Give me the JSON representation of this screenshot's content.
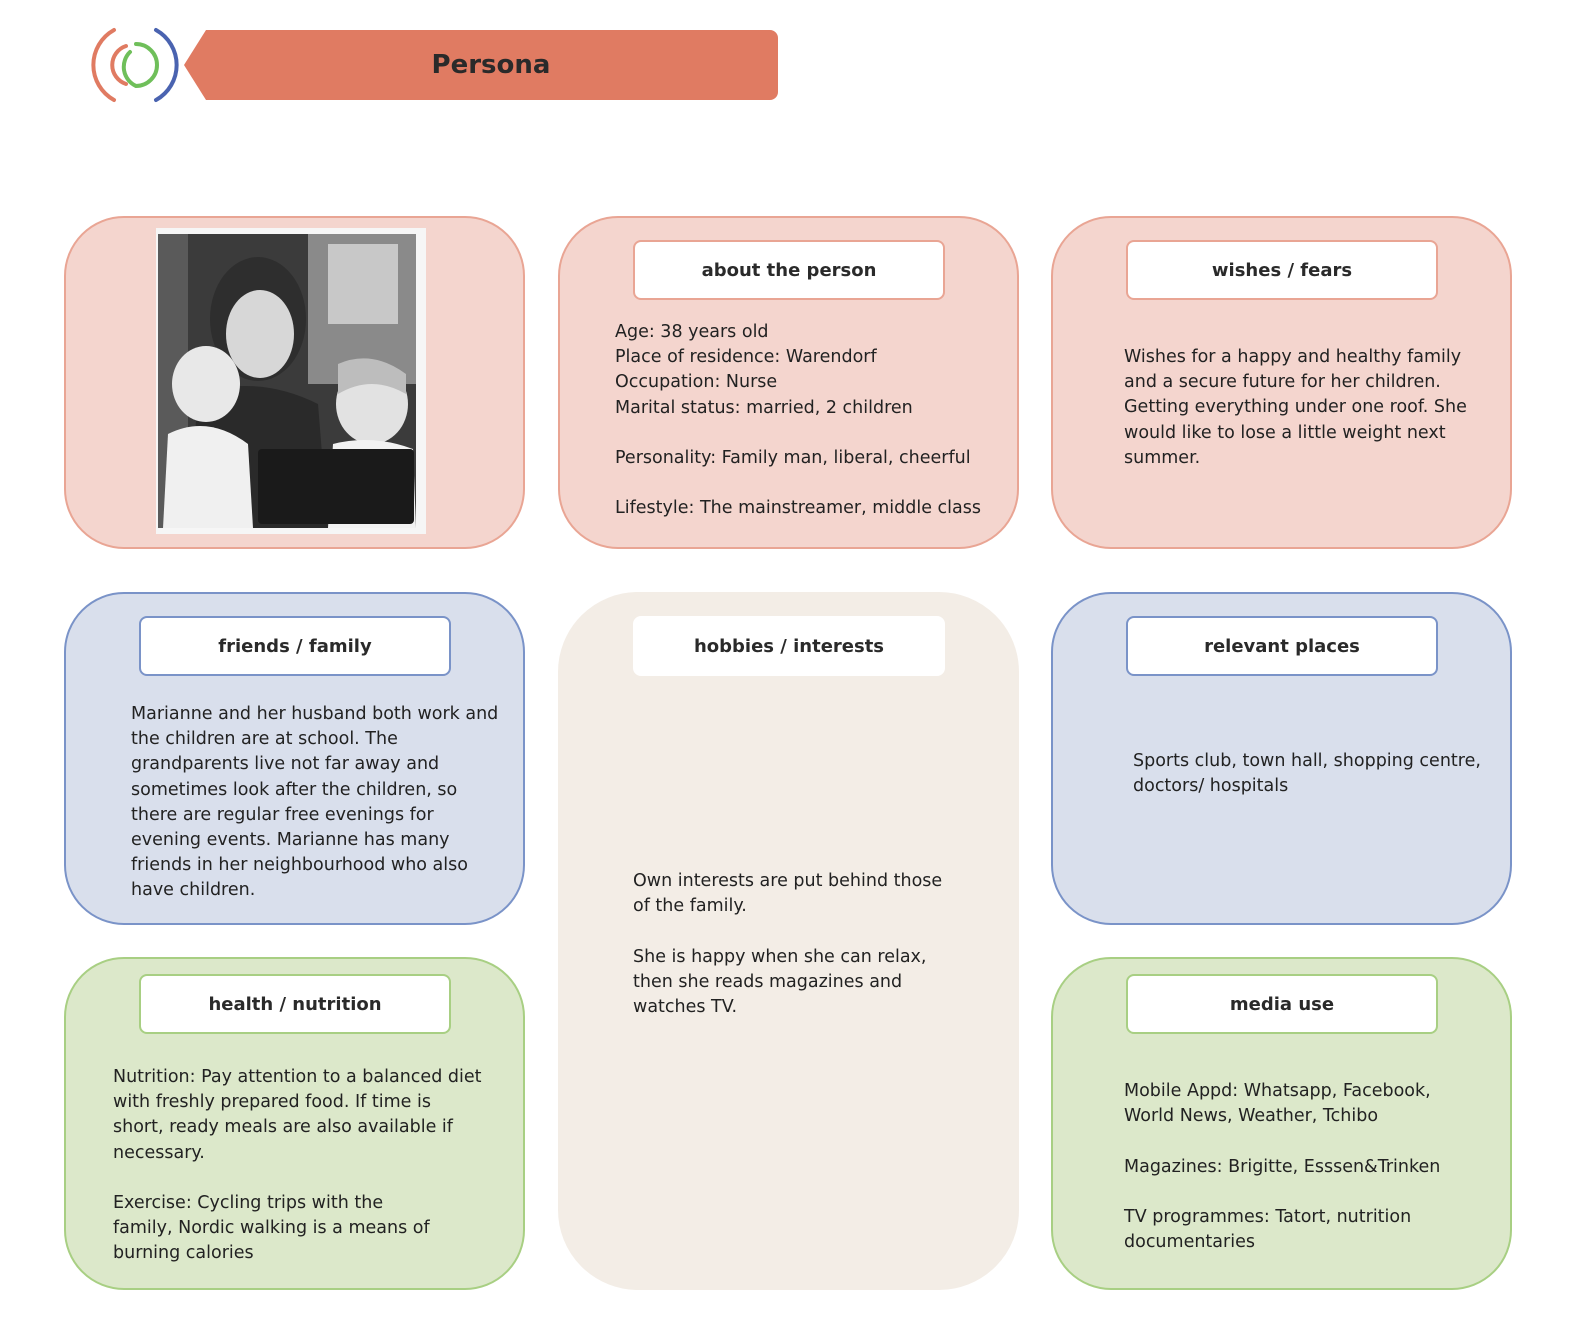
{
  "header": {
    "title": "Persona"
  },
  "about": {
    "heading": "about the person",
    "age": "Age: 38 years old",
    "residence": "Place of residence: Warendorf",
    "occupation": "Occupation: Nurse",
    "marital": "Marital status: married, 2 children",
    "personality": "Personality: Family man, liberal, cheerful",
    "lifestyle": "Lifestyle: The mainstreamer, middle class"
  },
  "wishes": {
    "heading": "wishes / fears",
    "text": "Wishes for a happy and healthy family and a secure future for her children. Getting everything under one roof. She would like to lose a little weight next summer."
  },
  "friends": {
    "heading": "friends / family",
    "text": "Marianne and her husband both work and the children are at school. The grandparents live not far away and sometimes look after the children, so there are regular free evenings for evening events. Marianne has many friends in her neighbourhood who also have children."
  },
  "hobbies": {
    "heading": "hobbies / interests",
    "text1": "Own interests are put behind those of the family.",
    "text2": "She is happy when she can relax, then she reads magazines and watches TV."
  },
  "places": {
    "heading": "relevant places",
    "text": "Sports club, town hall, shopping centre, doctors/ hospitals"
  },
  "health": {
    "heading": "health / nutrition",
    "nutrition": "Nutrition: Pay attention to a balanced diet with freshly prepared food. If time is short, ready meals are also available if necessary.",
    "exercise": "Exercise: Cycling trips with the family, Nordic walking is a means of burning calories"
  },
  "media": {
    "heading": "media use",
    "apps": "Mobile Appd: Whatsapp, Facebook, World News, Weather, Tchibo",
    "magazines": "Magazines: Brigitte, Esssen&Trinken",
    "tv": "TV programmes: Tatort, nutrition documentaries"
  },
  "colors": {
    "banner": "#e07b62",
    "red_card": "#f4d5ce",
    "blue_card": "#d9dfec",
    "green_card": "#dce8ca",
    "beige_card": "#f3ede6"
  },
  "icons": {
    "logo": "concentric-arcs-logo-icon",
    "photo": "mother-with-children-photo"
  }
}
